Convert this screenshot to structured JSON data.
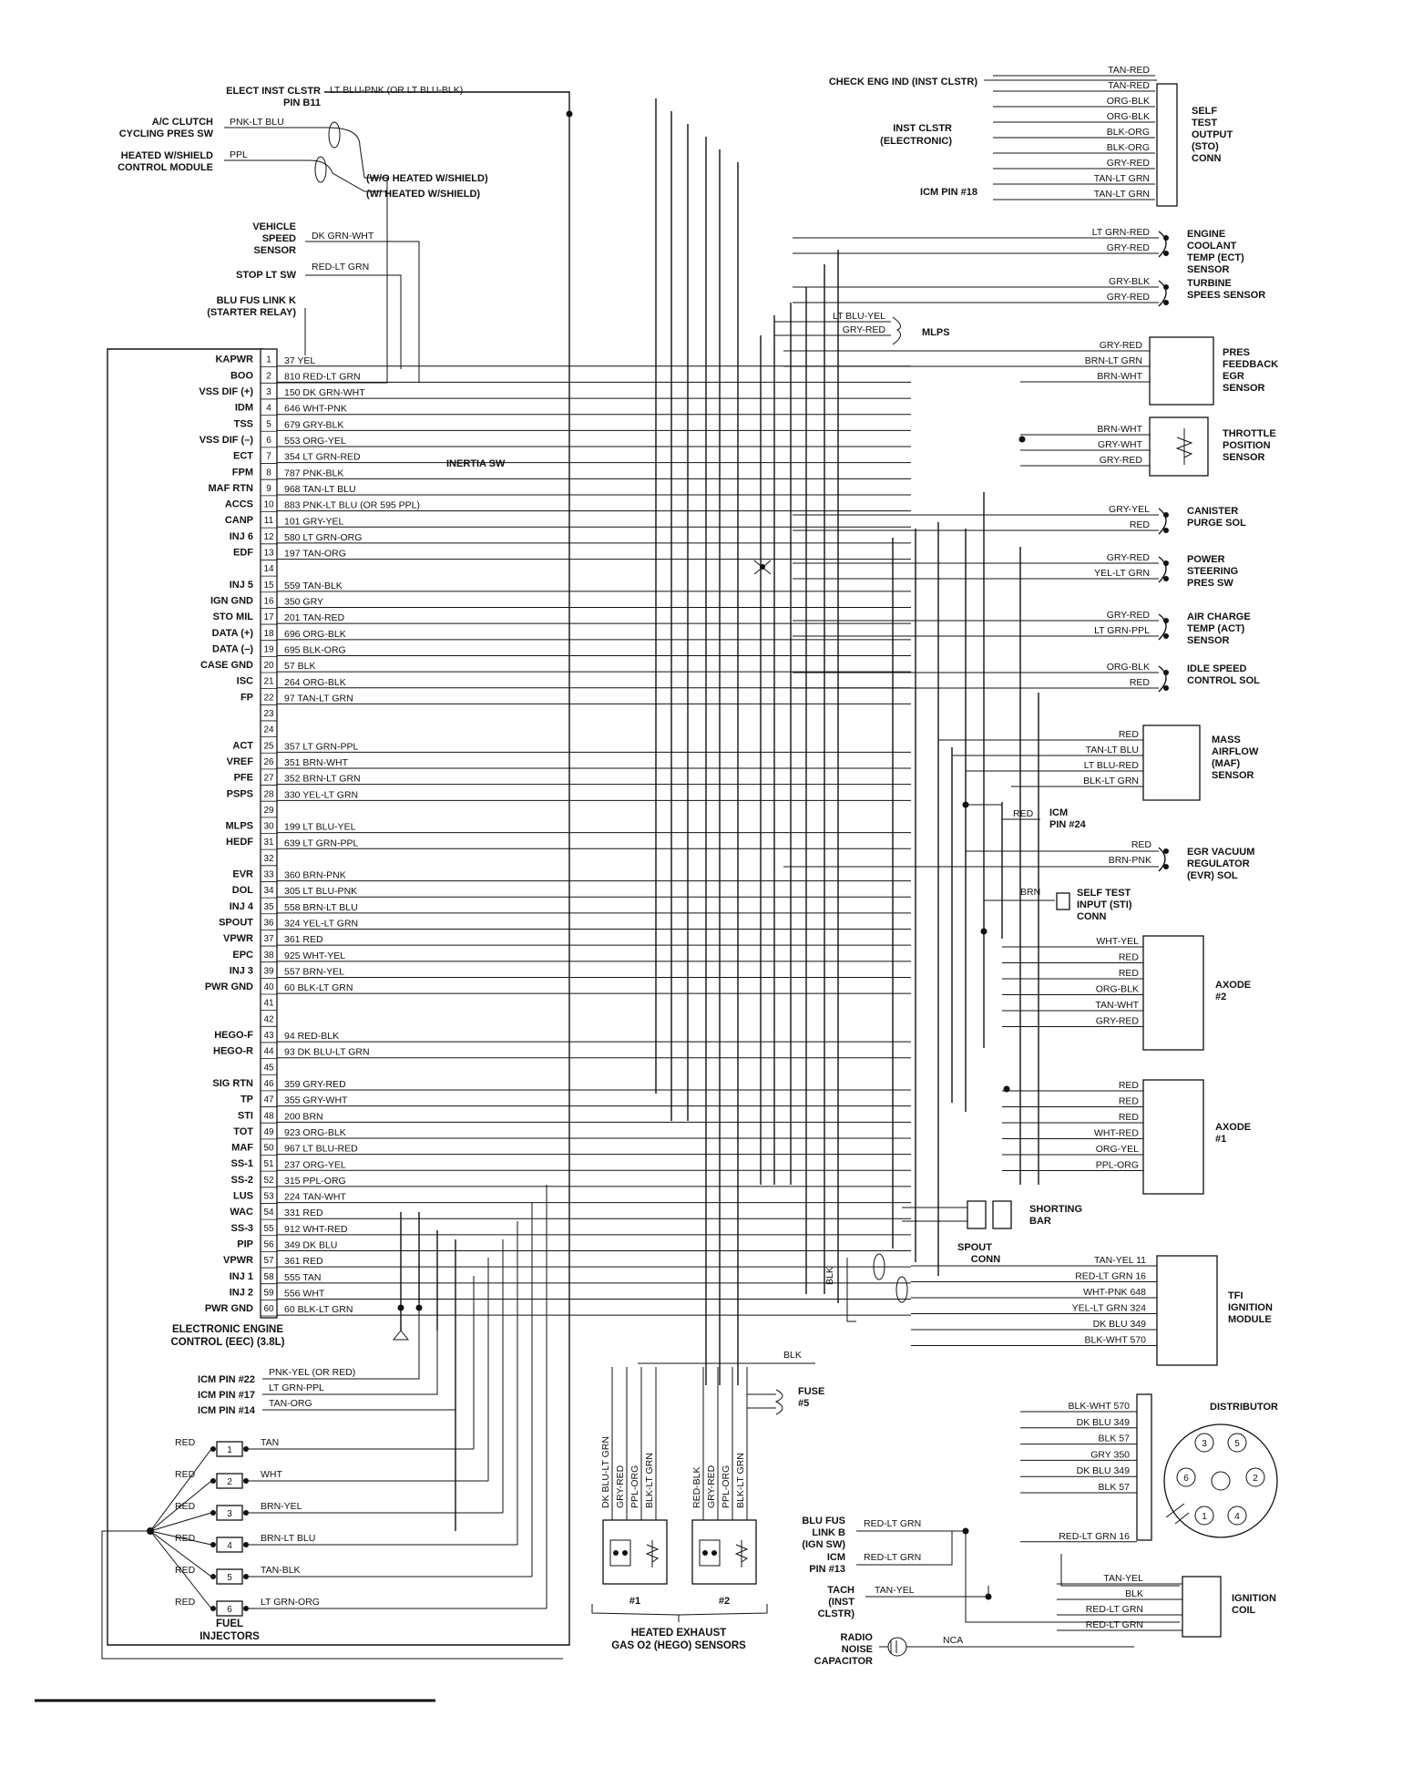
{
  "ecm": {
    "caption": [
      "ELECTRONIC ENGINE",
      "CONTROL (EEC) (3.8L)"
    ],
    "pins": [
      {
        "num": "1",
        "name": "KAPWR",
        "wire": "37 YEL"
      },
      {
        "num": "2",
        "name": "BOO",
        "wire": "810 RED-LT GRN"
      },
      {
        "num": "3",
        "name": "VSS DIF (+)",
        "wire": "150 DK GRN-WHT"
      },
      {
        "num": "4",
        "name": "IDM",
        "wire": "646 WHT-PNK"
      },
      {
        "num": "5",
        "name": "TSS",
        "wire": "679 GRY-BLK"
      },
      {
        "num": "6",
        "name": "VSS DIF (–)",
        "wire": "553 ORG-YEL"
      },
      {
        "num": "7",
        "name": "ECT",
        "wire": "354 LT GRN-RED"
      },
      {
        "num": "8",
        "name": "FPM",
        "wire": "787 PNK-BLK"
      },
      {
        "num": "9",
        "name": "MAF RTN",
        "wire": "968 TAN-LT BLU"
      },
      {
        "num": "10",
        "name": "ACCS",
        "wire": "883 PNK-LT BLU (OR 595 PPL)"
      },
      {
        "num": "11",
        "name": "CANP",
        "wire": "101 GRY-YEL"
      },
      {
        "num": "12",
        "name": "INJ 6",
        "wire": "580 LT GRN-ORG"
      },
      {
        "num": "13",
        "name": "EDF",
        "wire": "197 TAN-ORG"
      },
      {
        "num": "14",
        "name": "",
        "wire": ""
      },
      {
        "num": "15",
        "name": "INJ 5",
        "wire": "559 TAN-BLK"
      },
      {
        "num": "16",
        "name": "IGN GND",
        "wire": "350 GRY"
      },
      {
        "num": "17",
        "name": "STO MIL",
        "wire": "201 TAN-RED"
      },
      {
        "num": "18",
        "name": "DATA (+)",
        "wire": "696 ORG-BLK"
      },
      {
        "num": "19",
        "name": "DATA (–)",
        "wire": "695 BLK-ORG"
      },
      {
        "num": "20",
        "name": "CASE GND",
        "wire": "57 BLK"
      },
      {
        "num": "21",
        "name": "ISC",
        "wire": "264 ORG-BLK"
      },
      {
        "num": "22",
        "name": "FP",
        "wire": "97 TAN-LT GRN"
      },
      {
        "num": "23",
        "name": "",
        "wire": ""
      },
      {
        "num": "24",
        "name": "",
        "wire": ""
      },
      {
        "num": "25",
        "name": "ACT",
        "wire": "357 LT GRN-PPL"
      },
      {
        "num": "26",
        "name": "VREF",
        "wire": "351 BRN-WHT"
      },
      {
        "num": "27",
        "name": "PFE",
        "wire": "352 BRN-LT GRN"
      },
      {
        "num": "28",
        "name": "PSPS",
        "wire": "330 YEL-LT GRN"
      },
      {
        "num": "29",
        "name": "",
        "wire": ""
      },
      {
        "num": "30",
        "name": "MLPS",
        "wire": "199 LT BLU-YEL"
      },
      {
        "num": "31",
        "name": "HEDF",
        "wire": "639 LT GRN-PPL"
      },
      {
        "num": "32",
        "name": "",
        "wire": ""
      },
      {
        "num": "33",
        "name": "EVR",
        "wire": "360 BRN-PNK"
      },
      {
        "num": "34",
        "name": "DOL",
        "wire": "305 LT BLU-PNK"
      },
      {
        "num": "35",
        "name": "INJ 4",
        "wire": "558 BRN-LT BLU"
      },
      {
        "num": "36",
        "name": "SPOUT",
        "wire": "324 YEL-LT GRN"
      },
      {
        "num": "37",
        "name": "VPWR",
        "wire": "361 RED"
      },
      {
        "num": "38",
        "name": "EPC",
        "wire": "925 WHT-YEL"
      },
      {
        "num": "39",
        "name": "INJ 3",
        "wire": "557 BRN-YEL"
      },
      {
        "num": "40",
        "name": "PWR GND",
        "wire": "60 BLK-LT GRN"
      },
      {
        "num": "41",
        "name": "",
        "wire": ""
      },
      {
        "num": "42",
        "name": "",
        "wire": ""
      },
      {
        "num": "43",
        "name": "HEGO-F",
        "wire": "94 RED-BLK"
      },
      {
        "num": "44",
        "name": "HEGO-R",
        "wire": "93 DK BLU-LT GRN"
      },
      {
        "num": "45",
        "name": "",
        "wire": ""
      },
      {
        "num": "46",
        "name": "SIG RTN",
        "wire": "359 GRY-RED"
      },
      {
        "num": "47",
        "name": "TP",
        "wire": "355 GRY-WHT"
      },
      {
        "num": "48",
        "name": "STI",
        "wire": "200 BRN"
      },
      {
        "num": "49",
        "name": "TOT",
        "wire": "923 ORG-BLK"
      },
      {
        "num": "50",
        "name": "MAF",
        "wire": "967 LT BLU-RED"
      },
      {
        "num": "51",
        "name": "SS-1",
        "wire": "237 ORG-YEL"
      },
      {
        "num": "52",
        "name": "SS-2",
        "wire": "315 PPL-ORG"
      },
      {
        "num": "53",
        "name": "LUS",
        "wire": "224 TAN-WHT"
      },
      {
        "num": "54",
        "name": "WAC",
        "wire": "331 RED"
      },
      {
        "num": "55",
        "name": "SS-3",
        "wire": "912 WHT-RED"
      },
      {
        "num": "56",
        "name": "PIP",
        "wire": "349 DK BLU"
      },
      {
        "num": "57",
        "name": "VPWR",
        "wire": "361 RED"
      },
      {
        "num": "58",
        "name": "INJ 1",
        "wire": "555 TAN"
      },
      {
        "num": "59",
        "name": "INJ 2",
        "wire": "556 WHT"
      },
      {
        "num": "60",
        "name": "PWR GND",
        "wire": "60 BLK-LT GRN"
      }
    ]
  },
  "top_left": {
    "elect_inst": [
      "ELECT INST CLSTR",
      "PIN B11"
    ],
    "elect_inst_wire": "LT BLU-PNK (OR LT BLU-BLK)",
    "ac_clutch": [
      "A/C CLUTCH",
      "CYCLING PRES SW"
    ],
    "ac_clutch_wire": "PNK-LT BLU",
    "heated_ws": [
      "HEATED W/SHIELD",
      "CONTROL MODULE"
    ],
    "heated_ws_wire": "PPL",
    "wo_heated": "(W/O HEATED W/SHIELD)",
    "w_heated": "(W/ HEATED W/SHIELD)",
    "vss": [
      "VEHICLE",
      "SPEED",
      "SENSOR"
    ],
    "vss_wire": "DK GRN-WHT",
    "stop_lt": "STOP LT SW",
    "stop_lt_wire": "RED-LT GRN",
    "blu_fus": [
      "BLU FUS LINK K",
      "(STARTER RELAY)"
    ],
    "inertia": "INERTIA SW"
  },
  "right_components": {
    "check_eng": "CHECK ENG IND (INST CLSTR)",
    "inst_clstr": [
      "INST CLSTR",
      "(ELECTRONIC)"
    ],
    "icm18": "ICM PIN #18",
    "sto_wires": [
      "TAN-RED",
      "TAN-RED",
      "ORG-BLK",
      "ORG-BLK",
      "BLK-ORG",
      "BLK-ORG",
      "GRY-RED",
      "TAN-LT GRN",
      "TAN-LT GRN"
    ],
    "sto_conn": [
      "SELF",
      "TEST",
      "OUTPUT",
      "(STO)",
      "CONN"
    ],
    "ect": [
      "ENGINE",
      "COOLANT",
      "TEMP (ECT)",
      "SENSOR"
    ],
    "ect_wires": [
      "LT GRN-RED",
      "GRY-RED"
    ],
    "tss": [
      "TURBINE",
      "SPEES SENSOR"
    ],
    "tss_wires": [
      "GRY-BLK",
      "GRY-RED"
    ],
    "mlps": "MLPS",
    "mlps_wires": [
      "LT BLU-YEL",
      "GRY-RED"
    ],
    "pfe": [
      "PRES",
      "FEEDBACK",
      "EGR",
      "SENSOR"
    ],
    "pfe_wires": [
      "GRY-RED",
      "BRN-LT GRN",
      "BRN-WHT"
    ],
    "tps": [
      "THROTTLE",
      "POSITION",
      "SENSOR"
    ],
    "tps_wires": [
      "BRN-WHT",
      "GRY-WHT",
      "GRY-RED"
    ],
    "canp": [
      "CANISTER",
      "PURGE SOL"
    ],
    "canp_wires": [
      "GRY-YEL",
      "RED"
    ],
    "psps": [
      "POWER",
      "STEERING",
      "PRES SW"
    ],
    "psps_wires": [
      "GRY-RED",
      "YEL-LT GRN"
    ],
    "act": [
      "AIR CHARGE",
      "TEMP (ACT)",
      "SENSOR"
    ],
    "act_wires": [
      "GRY-RED",
      "LT GRN-PPL"
    ],
    "isc": [
      "IDLE SPEED",
      "CONTROL SOL"
    ],
    "isc_wires": [
      "ORG-BLK",
      "RED"
    ],
    "maf": [
      "MASS",
      "AIRFLOW",
      "(MAF)",
      "SENSOR"
    ],
    "maf_wires": [
      "RED",
      "TAN-LT BLU",
      "LT BLU-RED",
      "BLK-LT GRN"
    ],
    "icm24": [
      "ICM",
      "PIN #24"
    ],
    "icm24_wire": "RED",
    "evr": [
      "EGR VACUUM",
      "REGULATOR",
      "(EVR) SOL"
    ],
    "evr_wires": [
      "RED",
      "BRN-PNK"
    ],
    "sti": [
      "SELF TEST",
      "INPUT (STI)",
      "CONN"
    ],
    "sti_wire": "BRN",
    "axode2": [
      "AXODE",
      "#2"
    ],
    "axode2_wires": [
      "WHT-YEL",
      "RED",
      "RED",
      "ORG-BLK",
      "TAN-WHT",
      "GRY-RED"
    ],
    "axode1": [
      "AXODE",
      "#1"
    ],
    "axode1_wires": [
      "RED",
      "RED",
      "RED",
      "WHT-RED",
      "ORG-YEL",
      "PPL-ORG"
    ],
    "shorting": [
      "SHORTING",
      "BAR"
    ],
    "spout": [
      "SPOUT",
      "CONN"
    ],
    "tfi": [
      "TFI",
      "IGNITION",
      "MODULE"
    ],
    "tfi_wires": [
      "TAN-YEL 11",
      "RED-LT GRN 16",
      "WHT-PNK 648",
      "YEL-LT GRN 324",
      "DK BLU 349",
      "BLK-WHT 570"
    ],
    "distributor": "DISTRIBUTOR",
    "dist_wires": [
      "BLK-WHT 570",
      "DK BLU 349",
      "BLK 57",
      "GRY 350",
      "DK BLU 349",
      "BLK 57",
      "RED-LT GRN 16"
    ],
    "dist_terms": [
      "3",
      "5",
      "6",
      "2",
      "1",
      "4"
    ],
    "blu_fus_b": [
      "BLU FUS",
      "LINK B",
      "(IGN SW)"
    ],
    "icm13": [
      "ICM",
      "PIN #13"
    ],
    "tach": [
      "TACH",
      "(INST",
      "CLSTR)"
    ],
    "radio": [
      "RADIO",
      "NOISE",
      "CAPACITOR"
    ],
    "ign_coil": [
      "IGNITION",
      "COIL"
    ],
    "coil_wires": [
      "TAN-YEL",
      "BLK",
      "RED-LT GRN",
      "RED-LT GRN"
    ],
    "misc_wires": {
      "red_lt_grn": "RED-LT GRN",
      "tan_yel": "TAN-YEL",
      "nca": "NCA",
      "blk": "BLK"
    }
  },
  "bottom": {
    "icm_pins": [
      "ICM PIN #22",
      "ICM PIN #17",
      "ICM PIN #14"
    ],
    "icm_pin_wires": [
      "PNK-YEL (OR RED)",
      "LT GRN-PPL",
      "TAN-ORG"
    ],
    "injectors": [
      {
        "num": "1",
        "wire": "TAN"
      },
      {
        "num": "2",
        "wire": "WHT"
      },
      {
        "num": "3",
        "wire": "BRN-YEL"
      },
      {
        "num": "4",
        "wire": "BRN-LT BLU"
      },
      {
        "num": "5",
        "wire": "TAN-BLK"
      },
      {
        "num": "6",
        "wire": "LT GRN-ORG"
      }
    ],
    "injector_red": "RED",
    "fuel_inj": [
      "FUEL",
      "INJECTORS"
    ],
    "hego_wires": [
      "DK BLU-LT GRN",
      "GRY-RED",
      "PPL-ORG",
      "BLK-LT GRN",
      "RED-BLK",
      "GRY-RED",
      "PPL-ORG",
      "BLK-LT GRN"
    ],
    "hego1": "#1",
    "hego2": "#2",
    "hego_caption": [
      "HEATED EXHAUST",
      "GAS O2 (HEGO) SENSORS"
    ],
    "fuse": [
      "FUSE",
      "#5"
    ],
    "blk": "BLK"
  }
}
